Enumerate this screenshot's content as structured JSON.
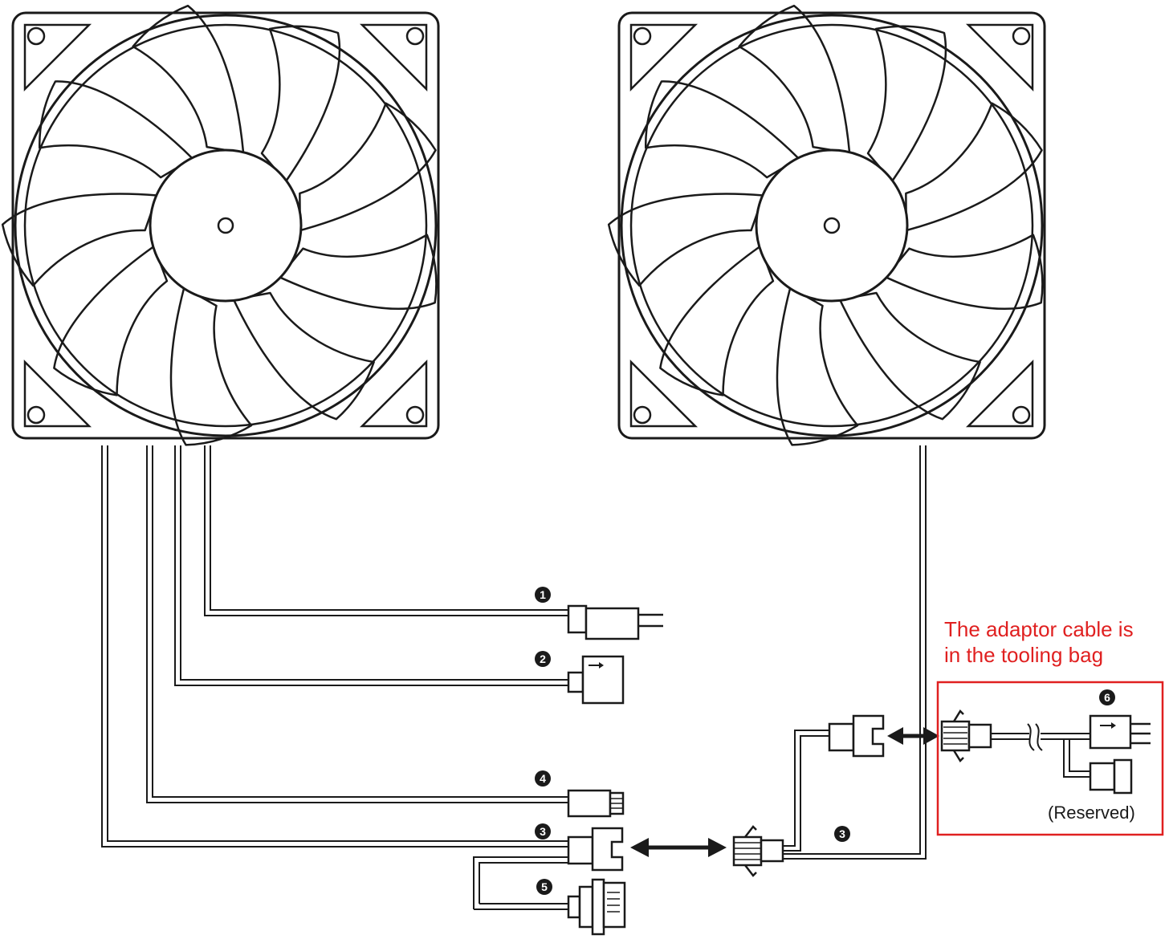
{
  "colors": {
    "line": "#1a1a1a",
    "accent": "#e02020",
    "background": "#ffffff"
  },
  "fans": [
    {
      "name": "fan-left"
    },
    {
      "name": "fan-right"
    }
  ],
  "markers": [
    {
      "id": "marker-1",
      "label": "1"
    },
    {
      "id": "marker-2",
      "label": "2"
    },
    {
      "id": "marker-4",
      "label": "4"
    },
    {
      "id": "marker-3-left",
      "label": "3"
    },
    {
      "id": "marker-5",
      "label": "5"
    },
    {
      "id": "marker-3-right",
      "label": "3"
    },
    {
      "id": "marker-6",
      "label": "6"
    }
  ],
  "note": {
    "line1": "The adaptor cable is",
    "line2": "in the tooling bag"
  },
  "reserved_label": "(Reserved)"
}
